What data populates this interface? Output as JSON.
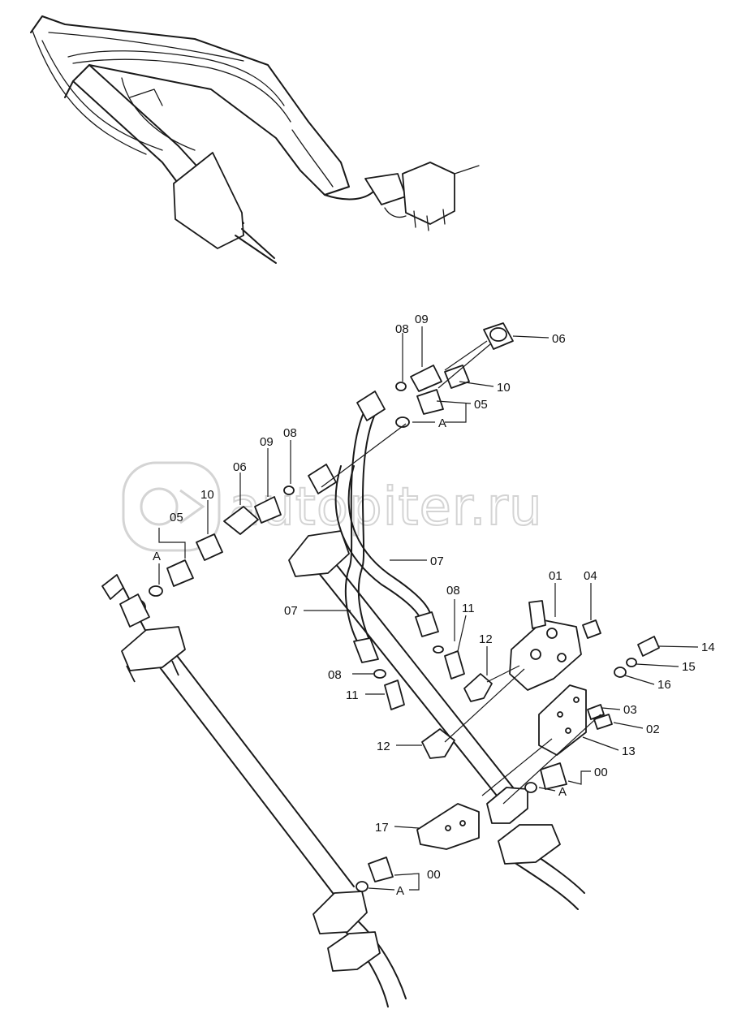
{
  "watermark": {
    "text": "autopiter.ru",
    "color": "#d4d4d4"
  },
  "callouts": [
    {
      "id": "c-09-top",
      "text": "09"
    },
    {
      "id": "c-08-top",
      "text": "08"
    },
    {
      "id": "c-06-right",
      "text": "06"
    },
    {
      "id": "c-10-right",
      "text": "10"
    },
    {
      "id": "c-05-right",
      "text": "05"
    },
    {
      "id": "c-a-right",
      "text": "A"
    },
    {
      "id": "c-08-mid",
      "text": "08"
    },
    {
      "id": "c-09-mid",
      "text": "09"
    },
    {
      "id": "c-06-left",
      "text": "06"
    },
    {
      "id": "c-10-left",
      "text": "10"
    },
    {
      "id": "c-05-left",
      "text": "05"
    },
    {
      "id": "c-a-left",
      "text": "A"
    },
    {
      "id": "c-07-right",
      "text": "07"
    },
    {
      "id": "c-07-left",
      "text": "07"
    },
    {
      "id": "c-08-lower",
      "text": "08"
    },
    {
      "id": "c-11-lower",
      "text": "11"
    },
    {
      "id": "c-01",
      "text": "01"
    },
    {
      "id": "c-04",
      "text": "04"
    },
    {
      "id": "c-12-upper",
      "text": "12"
    },
    {
      "id": "c-14",
      "text": "14"
    },
    {
      "id": "c-15",
      "text": "15"
    },
    {
      "id": "c-16",
      "text": "16"
    },
    {
      "id": "c-08-left",
      "text": "08"
    },
    {
      "id": "c-11-left",
      "text": "11"
    },
    {
      "id": "c-03",
      "text": "03"
    },
    {
      "id": "c-02",
      "text": "02"
    },
    {
      "id": "c-12-lower",
      "text": "12"
    },
    {
      "id": "c-13",
      "text": "13"
    },
    {
      "id": "c-00-right",
      "text": "00"
    },
    {
      "id": "c-a-mid",
      "text": "A"
    },
    {
      "id": "c-17",
      "text": "17"
    },
    {
      "id": "c-00-bottom",
      "text": "00"
    },
    {
      "id": "c-a-bottom",
      "text": "A"
    }
  ]
}
